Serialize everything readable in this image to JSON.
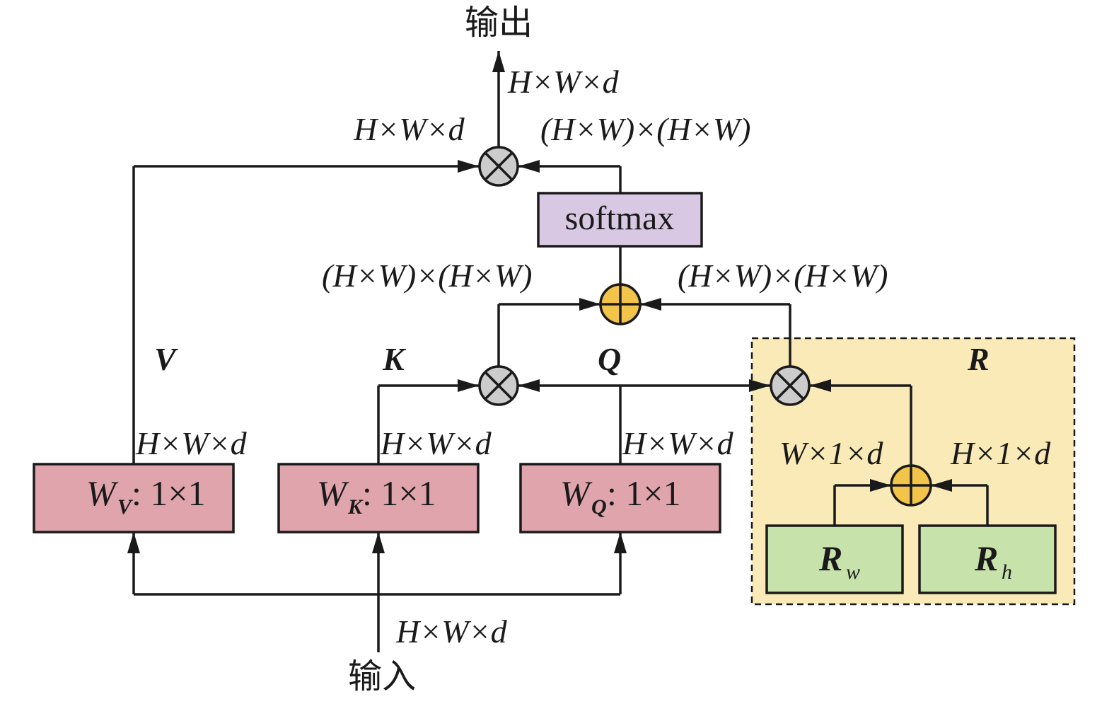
{
  "labels": {
    "output": "输出",
    "input": "输入",
    "dim_hwd": "H×W×d",
    "dim_hwhw": "(H×W)×(H×W)",
    "dim_w1d": "W×1×d",
    "dim_h1d": "H×1×d",
    "softmax": "softmax",
    "conv_suffix": ": 1×1",
    "v": "V",
    "k": "K",
    "q": "Q",
    "r": "R",
    "w_letter": "W",
    "r_letter": "R",
    "sub_v": "V",
    "sub_k": "K",
    "sub_q": "Q",
    "sub_w": "w",
    "sub_h": "h"
  },
  "colors": {
    "conv_box": "#dfa4ac",
    "softmax_box": "#d8c8e4",
    "r_region": "#faeab8",
    "r_box": "#c8e2ac",
    "mult_node": "#cccccc",
    "add_node": "#f3c44a",
    "stroke": "#1a1a1a"
  }
}
